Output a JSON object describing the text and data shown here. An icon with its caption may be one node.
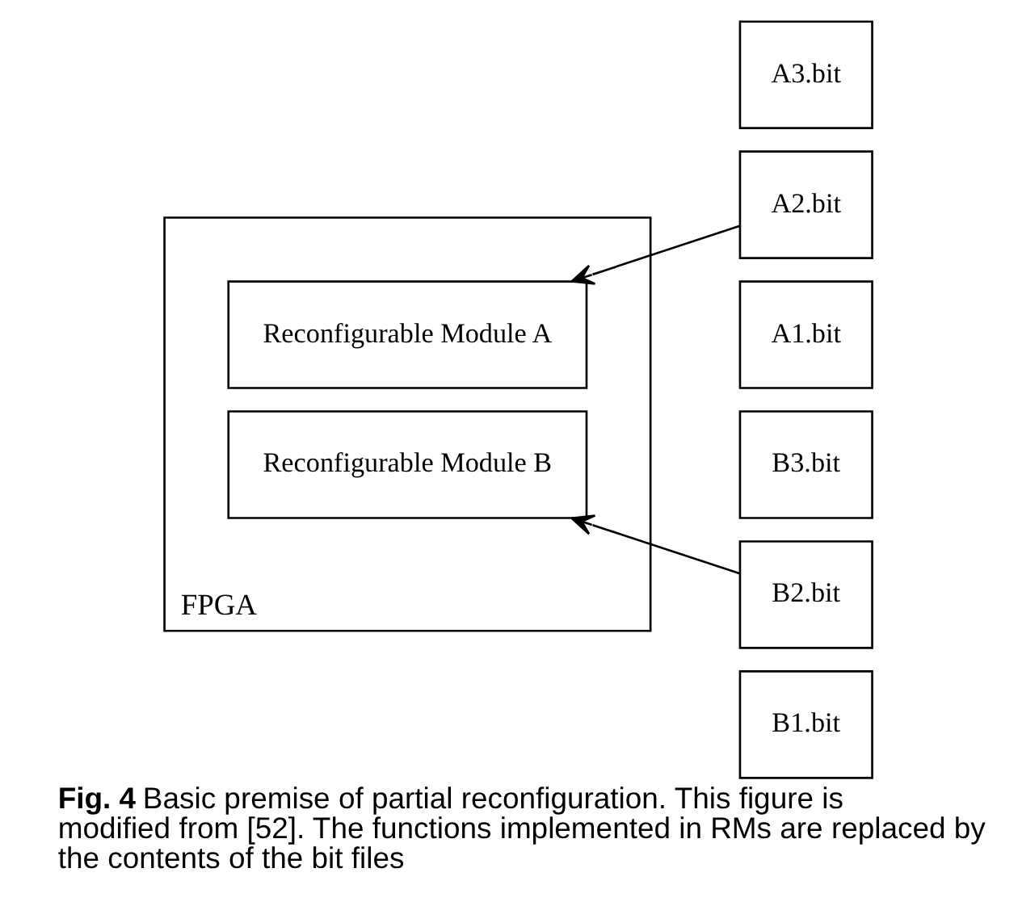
{
  "diagram": {
    "caption": "**Fig. 4** Basic premise of partial reconfiguration. This figure is modified from [52]. The functions implemented in RMs are replaced by the contents of the bit files",
    "nodes": [
      {
        "text": [
          "FPGA"
        ]
      },
      {
        "text": [
          "Reconfigurable Module A"
        ],
        "in": 0
      },
      {
        "text": [
          "Reconfigurable Module B"
        ],
        "in": 0
      },
      {
        "text": [
          "A3.bit"
        ]
      },
      {
        "text": [
          "A2.bit"
        ]
      },
      {
        "text": [
          "A1.bit"
        ]
      },
      {
        "text": [
          "B3.bit"
        ]
      },
      {
        "text": [
          "B2.bit"
        ]
      },
      {
        "text": [
          "B1.bit"
        ]
      }
    ],
    "edges": [
      {
        "from": 4,
        "to": 1,
        "arrow": "to"
      },
      {
        "from": 7,
        "to": 2,
        "arrow": "to"
      }
    ]
  }
}
